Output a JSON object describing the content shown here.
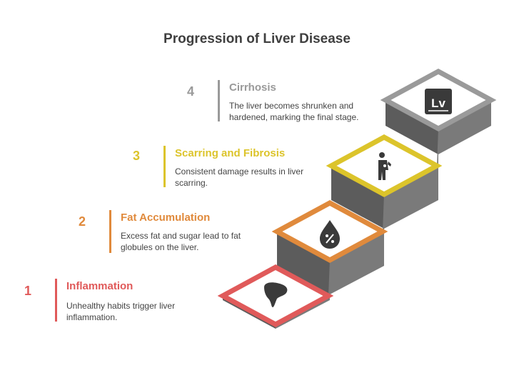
{
  "title": "Progression of Liver Disease",
  "colors": {
    "inflammation": "#e05a5a",
    "fat": "#e08a3c",
    "fibrosis": "#dcc42b",
    "cirrhosis": "#9a9a9a",
    "stair_top": "#ffffff",
    "stair_side": "#6b6b6b",
    "stair_front": "#5a5a5a",
    "icon_dark": "#3a3a3a"
  },
  "steps": [
    {
      "number": "1",
      "heading": "Inflammation",
      "description": "Unhealthy habits trigger liver inflammation.",
      "icon": "liver-icon"
    },
    {
      "number": "2",
      "heading": "Fat Accumulation",
      "description": "Excess fat and sugar lead to fat globules on the liver.",
      "icon": "fat-drop-percent-icon"
    },
    {
      "number": "3",
      "heading": "Scarring and Fibrosis",
      "description": "Consistent damage results in liver scarring.",
      "icon": "person-pain-icon"
    },
    {
      "number": "4",
      "heading": "Cirrhosis",
      "description": "The liver becomes shrunken and hardened, marking the final stage.",
      "icon": "liver-symbol-icon",
      "icon_text": "Lv"
    }
  ]
}
